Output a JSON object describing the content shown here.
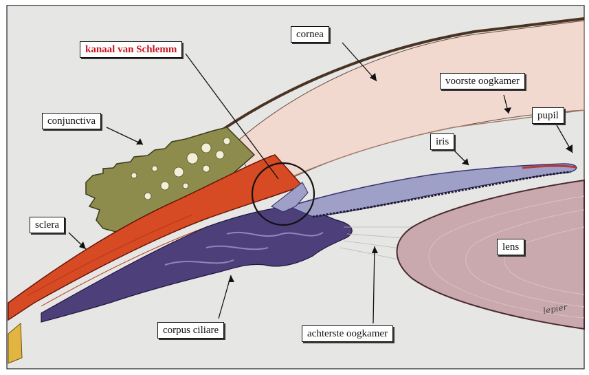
{
  "labels": {
    "cornea": "cornea",
    "kanaal": "kanaal van Schlemm",
    "voorste": "voorste oogkamer",
    "conjunctiva": "conjunctiva",
    "pupil": "pupil",
    "iris": "iris",
    "sclera": "sclera",
    "lens": "lens",
    "corpus": "corpus ciliare",
    "achterste": "achterste oogkamer"
  },
  "signature": "lepier",
  "colors": {
    "background": "#e6e6e4",
    "cornea": "#f1d9cf",
    "sclera": "#d64a24",
    "iris": "#9ea0c8",
    "ciliary": "#4d3f7a",
    "conjunctiva": "#8a8a4a",
    "lens": "#c9a8ae",
    "highlight_label": "#c8141e"
  }
}
